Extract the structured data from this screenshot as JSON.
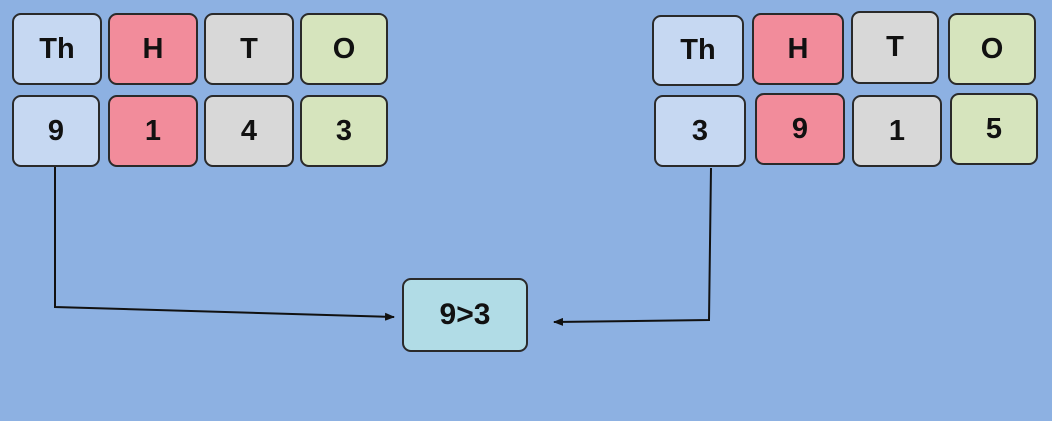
{
  "left_number": {
    "headers": [
      "Th",
      "H",
      "T",
      "O"
    ],
    "digits": [
      "9",
      "1",
      "4",
      "3"
    ]
  },
  "right_number": {
    "headers": [
      "Th",
      "H",
      "T",
      "O"
    ],
    "digits": [
      "3",
      "9",
      "1",
      "5"
    ]
  },
  "comparison": "9>3",
  "colors": {
    "background": "#8db1e2",
    "thousands": "#c6d8f2",
    "hundreds": "#f28c9b",
    "tens": "#d8d8d8",
    "ones": "#d6e4bd",
    "result": "#b1dce6"
  }
}
